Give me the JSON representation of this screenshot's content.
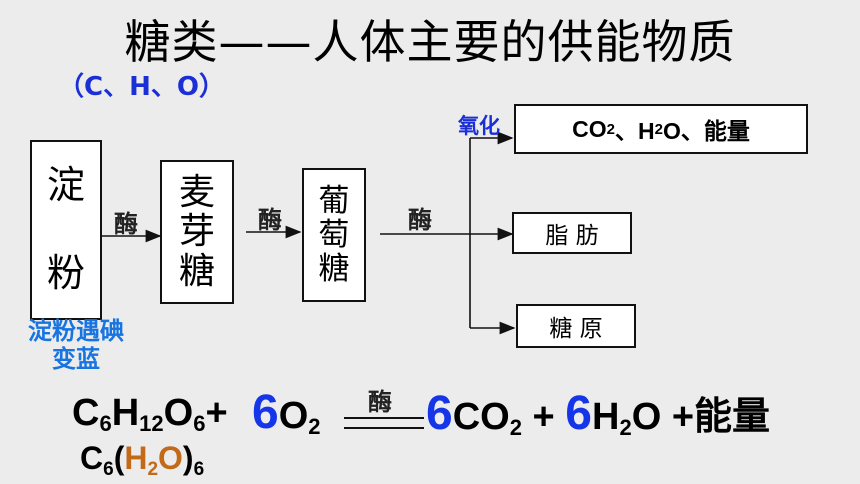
{
  "title": "糖类——人体主要的供能物质",
  "elements": "（C、H、O）",
  "boxes": {
    "starch": [
      "淀",
      "粉"
    ],
    "maltose": [
      "麦",
      "芽",
      "糖"
    ],
    "glucose": [
      "葡",
      "萄",
      "糖"
    ]
  },
  "enzyme_label": "酶",
  "oxidation_label": "氧化",
  "results": {
    "energy": {
      "a": "CO",
      "a_sub": "2",
      "b": "、H",
      "b_sub": "2",
      "c": "O、能量"
    },
    "fat": "脂 肪",
    "glycogen": "糖 原"
  },
  "starch_note": [
    "淀粉遇碘",
    "变蓝"
  ],
  "equation": {
    "glucose": {
      "c": "C",
      "c_sub": "6",
      "h": "H",
      "h_sub": "12",
      "o": "O",
      "o_sub": "6"
    },
    "plus": "+",
    "coef": "6",
    "o2": "O",
    "o2_sub": "2",
    "enzyme": "酶",
    "co2": "CO",
    "co2_sub": "2",
    "h2o_a": "H",
    "h2o_sub": "2",
    "h2o_b": "O",
    "energy": "+能量"
  },
  "formula2": {
    "c": "C",
    "c_sub": "6",
    "open": "(",
    "h": "H",
    "h_sub": "2",
    "o": "O",
    "close": ")",
    "n_sub": "6"
  }
}
